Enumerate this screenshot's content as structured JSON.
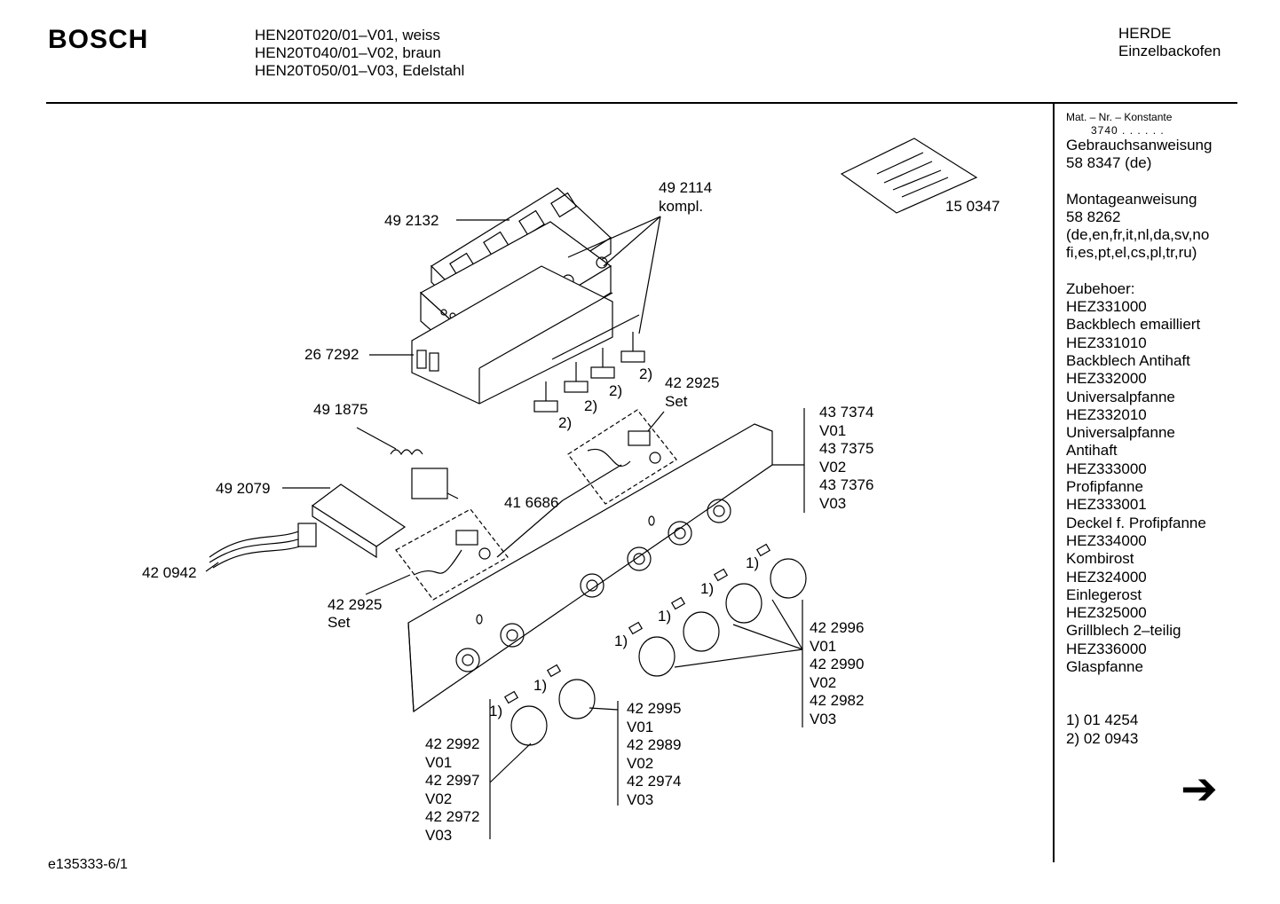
{
  "header": {
    "brand": "BOSCH",
    "models": [
      "HEN20T020/01–V01, weiss",
      "HEN20T040/01–V02, braun",
      "HEN20T050/01–V03, Edelstahl"
    ],
    "category_line1": "HERDE",
    "category_line2": "Einzelbackofen"
  },
  "sidebar": {
    "mat_title": "Mat. – Nr. – Konstante",
    "mat_value": "3740  .  .  .  .  .  .",
    "lines_a": [
      "Gebrauchsanweisung",
      "58 8347 (de)"
    ],
    "lines_b": [
      "Montageanweisung",
      "58 8262",
      "(de,en,fr,it,nl,da,sv,no",
      "fi,es,pt,el,cs,pl,tr,ru)"
    ],
    "lines_c": [
      "Zubehoer:",
      "HEZ331000",
      "Backblech emailliert",
      "HEZ331010",
      "Backblech Antihaft",
      "HEZ332000",
      "Universalpfanne",
      "HEZ332010",
      "Universalpfanne",
      "Antihaft",
      "HEZ333000",
      "Profipfanne",
      "HEZ333001",
      "Deckel f. Profipfanne",
      "HEZ334000",
      "Kombirost",
      "HEZ324000",
      "Einlegerost",
      "HEZ325000",
      "Grillblech 2–teilig",
      "HEZ336000",
      "Glaspfanne"
    ],
    "lines_d": [
      "1) 01 4254",
      "2) 02 0943"
    ],
    "next_arrow": "➔"
  },
  "labels": {
    "p492132": "49 2132",
    "p492114": "49 2114",
    "kompl": "kompl.",
    "p150347": "15 0347",
    "p267292": "26 7292",
    "p491875": "49 1875",
    "p422925a": "42 2925",
    "set_a": "Set",
    "p492079": "49 2079",
    "p416686": "41 6686",
    "p420942": "42 0942",
    "p422925b": "42 2925",
    "set_b": "Set",
    "panel_group": [
      "43 7374",
      "V01",
      "43 7375",
      "V02",
      "43 7376",
      "V03"
    ],
    "knob_right_group": [
      "42 2996",
      "V01",
      "42 2990",
      "V02",
      "42 2982",
      "V03"
    ],
    "knob_mid_group": [
      "42 2995",
      "V01",
      "42 2989",
      "V02",
      "42 2974",
      "V03"
    ],
    "knob_left_group": [
      "42 2992",
      "V01",
      "42 2997",
      "V02",
      "42 2972",
      "V03"
    ],
    "note1": "1)",
    "note2": "2)"
  },
  "footer": {
    "doc_id": "e135333-6/1"
  }
}
